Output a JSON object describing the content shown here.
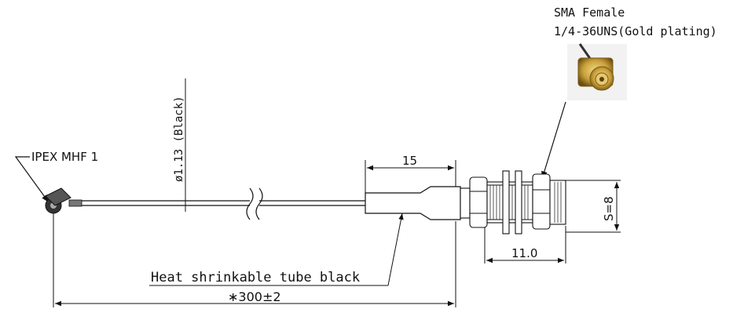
{
  "labels": {
    "sma_title": "SMA Female",
    "sma_spec": "1/4-36UNS(Gold plating)",
    "ipex": "IPEX MHF 1",
    "cable_diameter": "ø1.13 (Black)",
    "tube_dim": "15",
    "hex_dim": "S=8",
    "thread_dim": "11.0",
    "heat_shrink": "Heat shrinkable tube black",
    "total_length": "∗300±2"
  },
  "colors": {
    "line": "#111111",
    "gold": "#c9a13b",
    "gold_dark": "#7a5a14"
  }
}
